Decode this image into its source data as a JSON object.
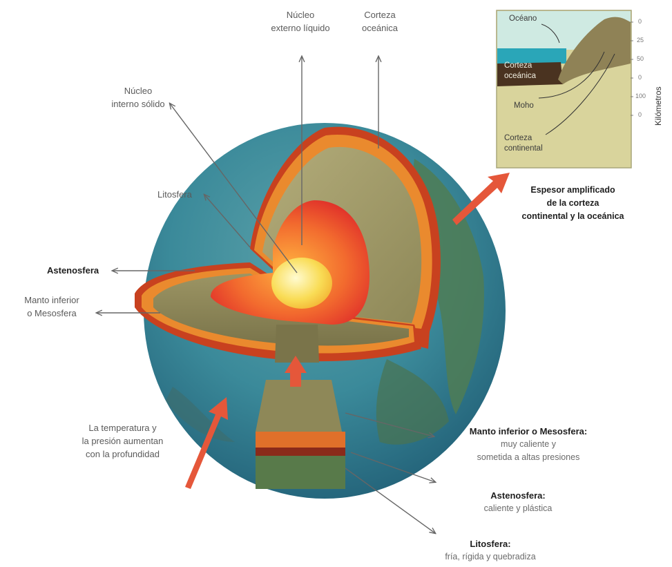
{
  "labels": {
    "nucleo_externo": "Núcleo\nexterno líquido",
    "corteza_oceanica": "Corteza\noceánica",
    "nucleo_interno": "Núcleo\ninterno sólido",
    "litosfera": "Litosfera",
    "astenosfera": "Astenosfera",
    "manto_inferior": "Manto inferior\no Mesosfera",
    "temperatura": "La temperatura y\nla presión aumentan\ncon la profundidad"
  },
  "inset": {
    "oceano": "Océano",
    "corteza_oceanica": "Corteza\noceánica",
    "moho": "Moho",
    "corteza_continental": "Corteza\ncontinental",
    "axis_label": "Kilómetros",
    "ticks": [
      "0",
      "25",
      "50",
      "0",
      "100",
      "0"
    ],
    "caption": "Espesor amplificado\nde la corteza\ncontinental y la oceánica"
  },
  "descriptions": [
    {
      "title": "Manto inferior o Mesosfera:",
      "text": "muy caliente y\nsometida a altas presiones"
    },
    {
      "title": "Astenosfera:",
      "text": "caliente y plástica"
    },
    {
      "title": "Litosfera:",
      "text": "fría, rígida y quebradiza"
    }
  ],
  "colors": {
    "ocean": "#2f7f95",
    "land": "#4c7a52",
    "crust": "#e0802c",
    "mantle": "#a09a6a",
    "outer_core": "#e8452a",
    "inner_core": "#f7d24a",
    "arrow": "#e5573a"
  }
}
